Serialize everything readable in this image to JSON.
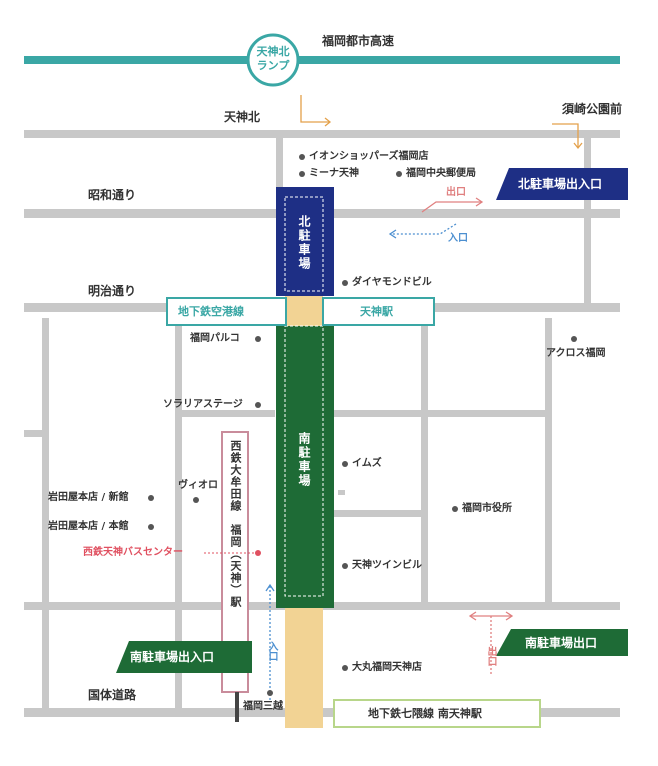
{
  "colors": {
    "road": "#c8c8c8",
    "expressway": "#3aa7a5",
    "north_parking": "#1e2f85",
    "south_parking": "#1e6b36",
    "subway": "#f2d394",
    "nishitetsu_line": "#c98c9b",
    "exit_out": "#e08080",
    "entrance_in": "#4c8fd0",
    "ramp_arrow": "#e3a04a",
    "bus_center": "#e05060"
  },
  "roads": {
    "expressway": "福岡都市高速",
    "tenjin_kita": "天神北",
    "suzaki": "須崎公園前",
    "showa": "昭和通り",
    "meiji": "明治通り",
    "kokutai": "国体道路"
  },
  "ramp": "天神北ランプ",
  "parking": {
    "north": "北駐車場",
    "south": "南駐車場",
    "north_exit_entrance": "北駐車場出入口",
    "south_exit_entrance": "南駐車場出入口",
    "south_exit": "南駐車場出口"
  },
  "arrows": {
    "exit": "出口",
    "entrance": "入口"
  },
  "stations": {
    "airport_line": "地下鉄空港線",
    "tenjin": "天神駅",
    "nanakuma": "地下鉄七隈線 南天神駅",
    "nishitetsu": "西鉄大牟田線　福岡（天神）駅",
    "bus_center": "西鉄天神バスセンター"
  },
  "landmarks": {
    "aeon": "イオンショッパーズ福岡店",
    "mina": "ミーナ天神",
    "post": "福岡中央郵便局",
    "diamond": "ダイヤモンドビル",
    "parco": "福岡パルコ",
    "acros": "アクロス福岡",
    "solaria": "ソラリアステージ",
    "ims": "イムズ",
    "vioro": "ヴィオロ",
    "iwataya_shinkan": "岩田屋本店 / 新館",
    "iwataya_honkan": "岩田屋本店 / 本館",
    "city_hall": "福岡市役所",
    "twin": "天神ツインビル",
    "daimaru": "大丸福岡天神店",
    "mitsukoshi": "福岡三越"
  }
}
